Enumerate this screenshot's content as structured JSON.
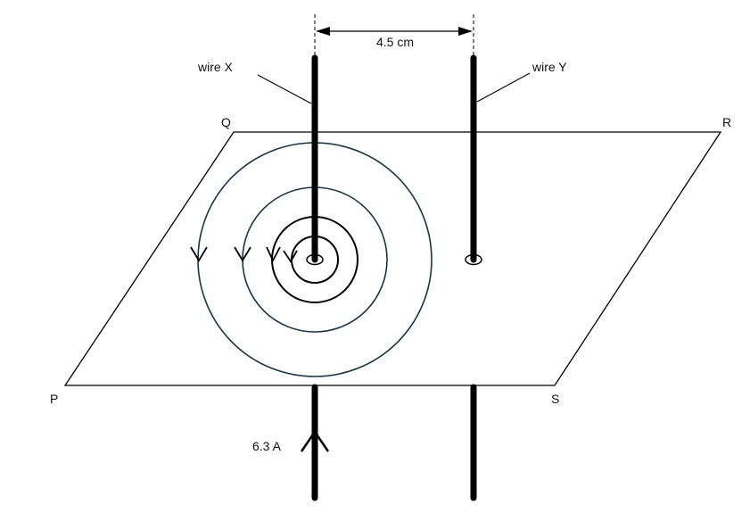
{
  "labels": {
    "wire_x": "wire X",
    "wire_y": "wire Y",
    "distance": "4.5 cm",
    "current": "6.3 A",
    "corner_p": "P",
    "corner_q": "Q",
    "corner_r": "R",
    "corner_s": "S"
  },
  "colors": {
    "field_outer": "#1c3344",
    "line": "#000000"
  }
}
